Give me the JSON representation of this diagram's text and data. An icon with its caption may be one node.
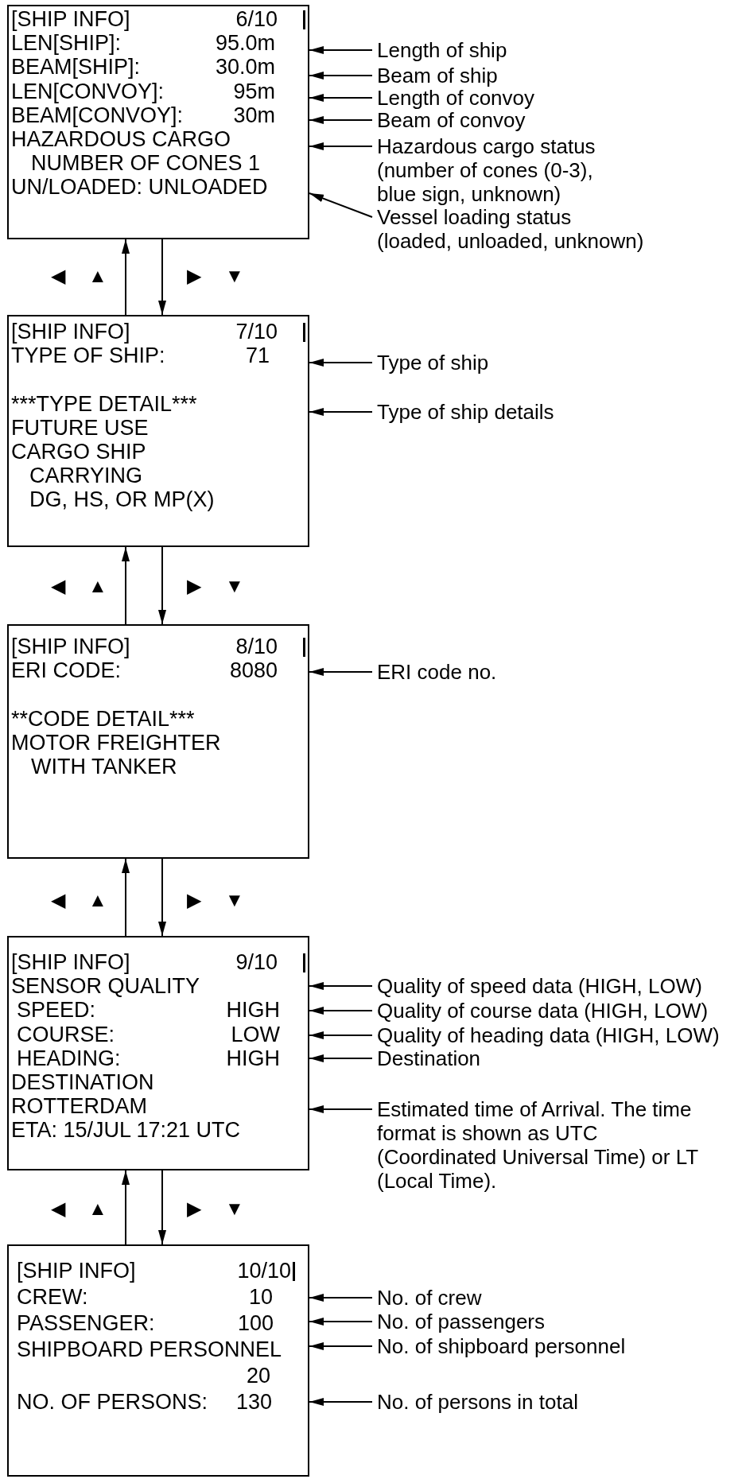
{
  "diagram": {
    "nodes": [
      {
        "text": [
          "[SHIP INFO]",
          "6/10",
          "LEN[SHIP]:",
          "95.0m",
          "BEAM[SHIP]:",
          "30.0m",
          "LEN[CONVOY]:",
          "95m",
          "BEAM[CONVOY]:",
          "30m",
          "HAZARDOUS CARGO",
          "NUMBER OF CONES 1",
          "UN/LOADED: UNLOADED"
        ]
      },
      {
        "text": [
          "Length of ship"
        ]
      },
      {
        "text": [
          "Beam of ship"
        ]
      },
      {
        "text": [
          "Length of convoy"
        ]
      },
      {
        "text": [
          "Beam of convoy"
        ]
      },
      {
        "text": [
          "Hazardous cargo status (number of cones (0-3), blue sign, unknown)"
        ]
      },
      {
        "text": [
          "Vessel loading status (loaded, unloaded, unknown)"
        ]
      },
      {
        "text": [
          "[SHIP INFO]",
          "7/10",
          "TYPE OF SHIP:",
          "71",
          "***TYPE DETAIL***",
          "FUTURE USE",
          "CARGO SHIP",
          "CARRYING",
          "DG, HS, OR MP(X)"
        ]
      },
      {
        "text": [
          "Type of ship"
        ]
      },
      {
        "text": [
          "Type of ship details"
        ]
      },
      {
        "text": [
          "[SHIP INFO]",
          "8/10",
          "ERI CODE:",
          "8080",
          "**CODE DETAIL***",
          "MOTOR FREIGHTER",
          "WITH TANKER"
        ]
      },
      {
        "text": [
          "ERI code no."
        ]
      },
      {
        "text": [
          "[SHIP INFO]",
          "9/10",
          "SENSOR QUALITY",
          "SPEED:",
          "HIGH",
          "COURSE:",
          "LOW",
          "HEADING:",
          "HIGH",
          "DESTINATION",
          "ROTTERDAM",
          "ETA: 15/JUL 17:21 UTC"
        ]
      },
      {
        "text": [
          "Quality of speed data (HIGH, LOW)"
        ]
      },
      {
        "text": [
          "Quality of course data (HIGH, LOW)"
        ]
      },
      {
        "text": [
          "Quality of heading data (HIGH, LOW)"
        ]
      },
      {
        "text": [
          "Destination"
        ]
      },
      {
        "text": [
          "Estimated time of Arrival. The time format is shown as UTC (Coordinated Universal Time) or LT (Local Time)."
        ]
      },
      {
        "text": [
          "[SHIP INFO]",
          "10/10",
          "CREW:",
          "10",
          "PASSENGER:",
          "100",
          "SHIPBOARD PERSONNEL",
          "20",
          "NO. OF PERSONS:",
          "130"
        ]
      },
      {
        "text": [
          "No. of crew"
        ]
      },
      {
        "text": [
          "No. of passengers"
        ]
      },
      {
        "text": [
          "No. of shipboard personnel"
        ]
      },
      {
        "text": [
          "No. of persons in total"
        ]
      }
    ],
    "edges": [
      {
        "from": 1,
        "to": 0,
        "arrow": "to"
      },
      {
        "from": 2,
        "to": 0,
        "arrow": "to"
      },
      {
        "from": 3,
        "to": 0,
        "arrow": "to"
      },
      {
        "from": 4,
        "to": 0,
        "arrow": "to"
      },
      {
        "from": 5,
        "to": 0,
        "arrow": "to"
      },
      {
        "from": 6,
        "to": 0,
        "arrow": "to"
      },
      {
        "from": 7,
        "to": 0,
        "arrow": "to"
      },
      {
        "from": 0,
        "to": 7,
        "arrow": "to"
      },
      {
        "from": 8,
        "to": 7,
        "arrow": "to"
      },
      {
        "from": 9,
        "to": 7,
        "arrow": "to"
      },
      {
        "from": 10,
        "to": 7,
        "arrow": "to"
      },
      {
        "from": 7,
        "to": 10,
        "arrow": "to"
      },
      {
        "from": 11,
        "to": 10,
        "arrow": "to"
      },
      {
        "from": 12,
        "to": 10,
        "arrow": "to"
      },
      {
        "from": 10,
        "to": 12,
        "arrow": "to"
      },
      {
        "from": 13,
        "to": 12,
        "arrow": "to"
      },
      {
        "from": 14,
        "to": 12,
        "arrow": "to"
      },
      {
        "from": 15,
        "to": 12,
        "arrow": "to"
      },
      {
        "from": 16,
        "to": 12,
        "arrow": "to"
      },
      {
        "from": 17,
        "to": 12,
        "arrow": "to"
      },
      {
        "from": 18,
        "to": 12,
        "arrow": "to"
      },
      {
        "from": 12,
        "to": 18,
        "arrow": "to"
      },
      {
        "from": 19,
        "to": 18,
        "arrow": "to"
      },
      {
        "from": 20,
        "to": 18,
        "arrow": "to"
      },
      {
        "from": 21,
        "to": 18,
        "arrow": "to"
      },
      {
        "from": 22,
        "to": 18,
        "arrow": "to"
      }
    ],
    "labels": [
      "◀",
      "▲",
      "▶",
      "▼",
      "◀",
      "▲",
      "▶",
      "▼",
      "◀",
      "▲",
      "▶",
      "▼",
      "◀",
      "▲",
      "▶",
      "▼"
    ]
  }
}
